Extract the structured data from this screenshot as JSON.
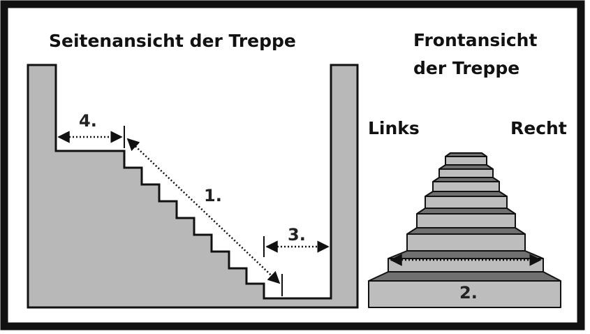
{
  "titles": {
    "side_view": "Seitenansicht der Treppe",
    "front_view_line1": "Frontansicht",
    "front_view_line2": "der Treppe"
  },
  "orientation": {
    "left": "Links",
    "right": "Recht"
  },
  "dimension_labels": {
    "stair_length": "1.",
    "stair_width": "2.",
    "bottom_landing": "3.",
    "top_landing": "4."
  },
  "colors": {
    "frame_border": "#111111",
    "wall_fill": "#b8b8b8",
    "step_light": "#bdbdbd",
    "step_dark": "#707070",
    "outline": "#111111"
  }
}
